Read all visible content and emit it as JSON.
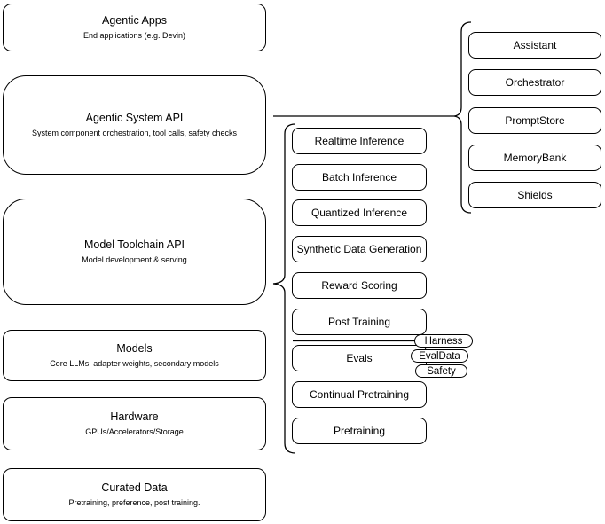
{
  "canvas": {
    "stroke_color": "#000000",
    "background_color": "#ffffff"
  },
  "stack": {
    "layers": [
      {
        "title": "Agentic Apps",
        "subtitle": "End applications (e.g. Devin)"
      },
      {
        "title": "Agentic System API",
        "subtitle": "System component orchestration, tool calls, safety checks"
      },
      {
        "title": "Model Toolchain API",
        "subtitle": "Model development & serving"
      },
      {
        "title": "Models",
        "subtitle": "Core LLMs, adapter weights, secondary models"
      },
      {
        "title": "Hardware",
        "subtitle": "GPUs/Accelerators/Storage"
      },
      {
        "title": "Curated Data",
        "subtitle": "Pretraining, preference, post training."
      }
    ]
  },
  "toolchain_capabilities": {
    "items": [
      "Realtime Inference",
      "Batch Inference",
      "Quantized Inference",
      "Synthetic Data Generation",
      "Reward Scoring",
      "Post Training",
      "Evals",
      "Continual Pretraining",
      "Pretraining"
    ],
    "evals_tags": [
      "Harness",
      "EvalData",
      "Safety"
    ]
  },
  "system_components": {
    "items": [
      "Assistant",
      "Orchestrator",
      "PromptStore",
      "MemoryBank",
      "Shields"
    ]
  }
}
